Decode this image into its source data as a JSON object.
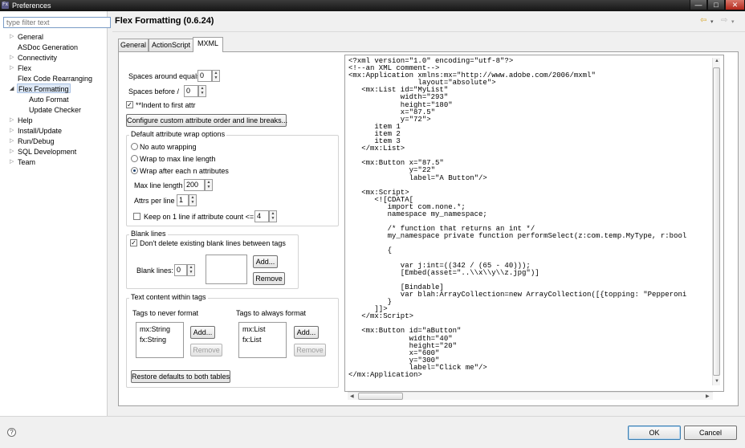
{
  "window": {
    "title": "Preferences",
    "icon": "Fx"
  },
  "filter": {
    "placeholder": "type filter text"
  },
  "tree": {
    "items": [
      {
        "label": "General",
        "expandable": true
      },
      {
        "label": "ASDoc Generation",
        "expandable": false
      },
      {
        "label": "Connectivity",
        "expandable": true
      },
      {
        "label": "Flex",
        "expandable": true
      },
      {
        "label": "Flex Code Rearranging",
        "expandable": false
      },
      {
        "label": "Flex Formatting",
        "expandable": true,
        "selected": true
      },
      {
        "label": "Auto Format",
        "expandable": false
      },
      {
        "label": "Update Checker",
        "expandable": false
      },
      {
        "label": "Help",
        "expandable": true
      },
      {
        "label": "Install/Update",
        "expandable": true
      },
      {
        "label": "Run/Debug",
        "expandable": true
      },
      {
        "label": "SQL Development",
        "expandable": true
      },
      {
        "label": "Team",
        "expandable": true
      }
    ]
  },
  "header": {
    "title": "Flex Formatting (0.6.24)"
  },
  "tabs": [
    "General",
    "ActionScript",
    "MXML"
  ],
  "form": {
    "spaces_around_equals_label": "Spaces around equals",
    "spaces_around_equals": "0",
    "spaces_before_label": "Spaces before /",
    "spaces_before": "0",
    "indent_first_label": "**Indent to first attr",
    "configure_button": "Configure custom attribute order and line breaks...",
    "wrap_group": {
      "title": "Default attribute wrap options",
      "option_none": "No auto wrapping",
      "option_max": "Wrap to max line length",
      "option_n": "Wrap after each n attributes",
      "max_line_length_label": "Max line length",
      "max_line_length": "200",
      "attrs_per_line_label": "Attrs per line",
      "attrs_per_line": "1",
      "keep_on_one_label": "Keep on 1 line if attribute count <=",
      "keep_count": "4"
    },
    "blank_group": {
      "title": "Blank lines",
      "dont_delete_label": "Don't delete existing blank lines between tags",
      "blank_lines_label": "Blank lines:",
      "blank_lines": "0",
      "add_button": "Add...",
      "remove_button": "Remove"
    },
    "text_group": {
      "title": "Text content within tags",
      "never_label": "Tags to never format",
      "never_items": [
        "mx:String",
        "fx:String"
      ],
      "always_label": "Tags to always format",
      "always_items": [
        "mx:List",
        "fx:List"
      ],
      "add_button": "Add...",
      "remove_button": "Remove",
      "restore_button": "Restore defaults to both tables"
    }
  },
  "code": "<?xml version=\"1.0\" encoding=\"utf-8\"?>\n<!--an XML comment-->\n<mx:Application xmlns:mx=\"http://www.adobe.com/2006/mxml\"\n                layout=\"absolute\">\n   <mx:List id=\"MyList\"\n            width=\"293\"\n            height=\"180\"\n            x=\"87.5\"\n            y=\"72\">\n      item 1\n      item 2\n      item 3\n   </mx:List>\n\n   <mx:Button x=\"87.5\"\n              y=\"22\"\n              label=\"A Button\"/>\n\n   <mx:Script>\n      <![CDATA[\n         import com.none.*;\n         namespace my_namespace;\n\n         /* function that returns an int */\n         my_namespace private function performSelect(z:com.temp.MyType, r:bool\n\n         {\n\n            var j:int=((342 / (65 - 40)));\n            [Embed(asset=\"..\\\\x\\\\y\\\\z.jpg\")]\n\n            [Bindable]\n            var blah:ArrayCollection=new ArrayCollection([{topping: \"Pepperoni\n         }\n      ]]>\n   </mx:Script>\n\n   <mx:Button id=\"aButton\"\n              width=\"40\"\n              height=\"20\"\n              x=\"600\"\n              y=\"300\"\n              label=\"Click me\"/>\n</mx:Application>",
  "footer": {
    "ok": "OK",
    "cancel": "Cancel"
  },
  "icons": {
    "back": "⇦",
    "back_menu": "▾",
    "forward": "⇨",
    "forward_menu": "▾",
    "help": "?",
    "minimize": "—",
    "maximize": "□",
    "close": "✕"
  },
  "colors": {
    "titlebar": "#1e1e1e",
    "selection": "#dde8f6",
    "back_arrow": "#d9a72e"
  }
}
